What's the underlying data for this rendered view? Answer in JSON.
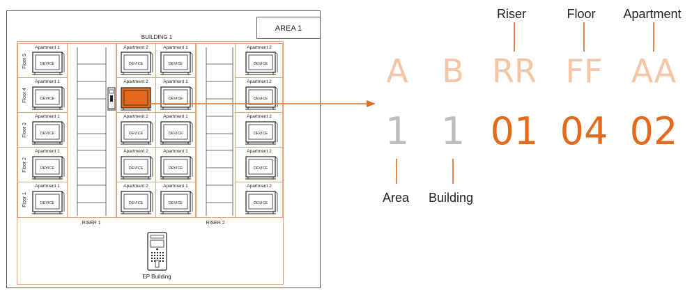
{
  "area_label": "AREA 1",
  "building_label": "BUILDING 1",
  "floors": [
    "Floor 5",
    "Floor 4",
    "Floor 3",
    "Floor 2",
    "Floor 1"
  ],
  "apartment_1": "Apartment 1",
  "apartment_2": "Apartment 2",
  "device_label": "DEVICE",
  "risers": [
    "RISER 1",
    "RISER 2"
  ],
  "entrance_panel_label": "EP Building",
  "code": {
    "letters": [
      "A",
      "B",
      "RR",
      "FF",
      "AA"
    ],
    "values": [
      "1",
      "1",
      "01",
      "04",
      "02"
    ],
    "top_labels": [
      "Riser",
      "Floor",
      "Apartment"
    ],
    "bottom_labels": [
      "Area",
      "Building"
    ]
  },
  "colors": {
    "accent": "#E36A1C",
    "light_accent": "#F5C6A5",
    "grey_digit": "#BDBDBD",
    "frame_border": "#E7A47A"
  }
}
